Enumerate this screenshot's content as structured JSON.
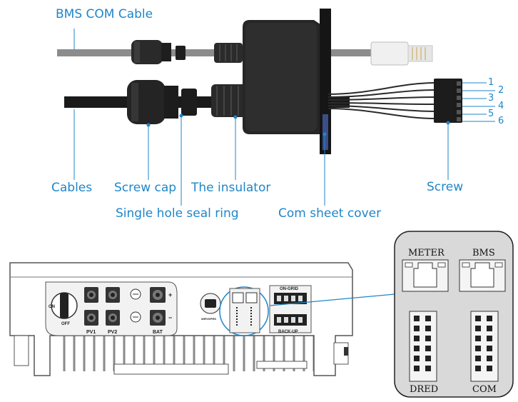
{
  "labels": {
    "bms_com_cable": "BMS COM Cable",
    "cables": "Cables",
    "screw_cap": "Screw cap",
    "insulator": "The insulator",
    "seal_ring": "Single hole seal ring",
    "com_sheet_cover": "Com sheet cover",
    "screw": "Screw"
  },
  "wire_pins": [
    "1",
    "2",
    "3",
    "4",
    "5",
    "6"
  ],
  "inverter": {
    "switch_on": "ON",
    "switch_off": "OFF",
    "pv1": "PV1",
    "pv2": "PV2",
    "bat": "BAT",
    "plus": "+",
    "minus": "−",
    "on_grid": "ON-GRID",
    "back_up": "BACK-UP",
    "wifi_label": "WIFI/GPRS"
  },
  "zoom": {
    "meter": "METER",
    "bms": "BMS",
    "dred": "DRED",
    "com": "COM"
  },
  "colors": {
    "label_blue": "#1f86c8",
    "cable_black": "#1a1a1a",
    "cable_grey": "#8c8c8c",
    "panel_grey": "#d9d9d9"
  }
}
